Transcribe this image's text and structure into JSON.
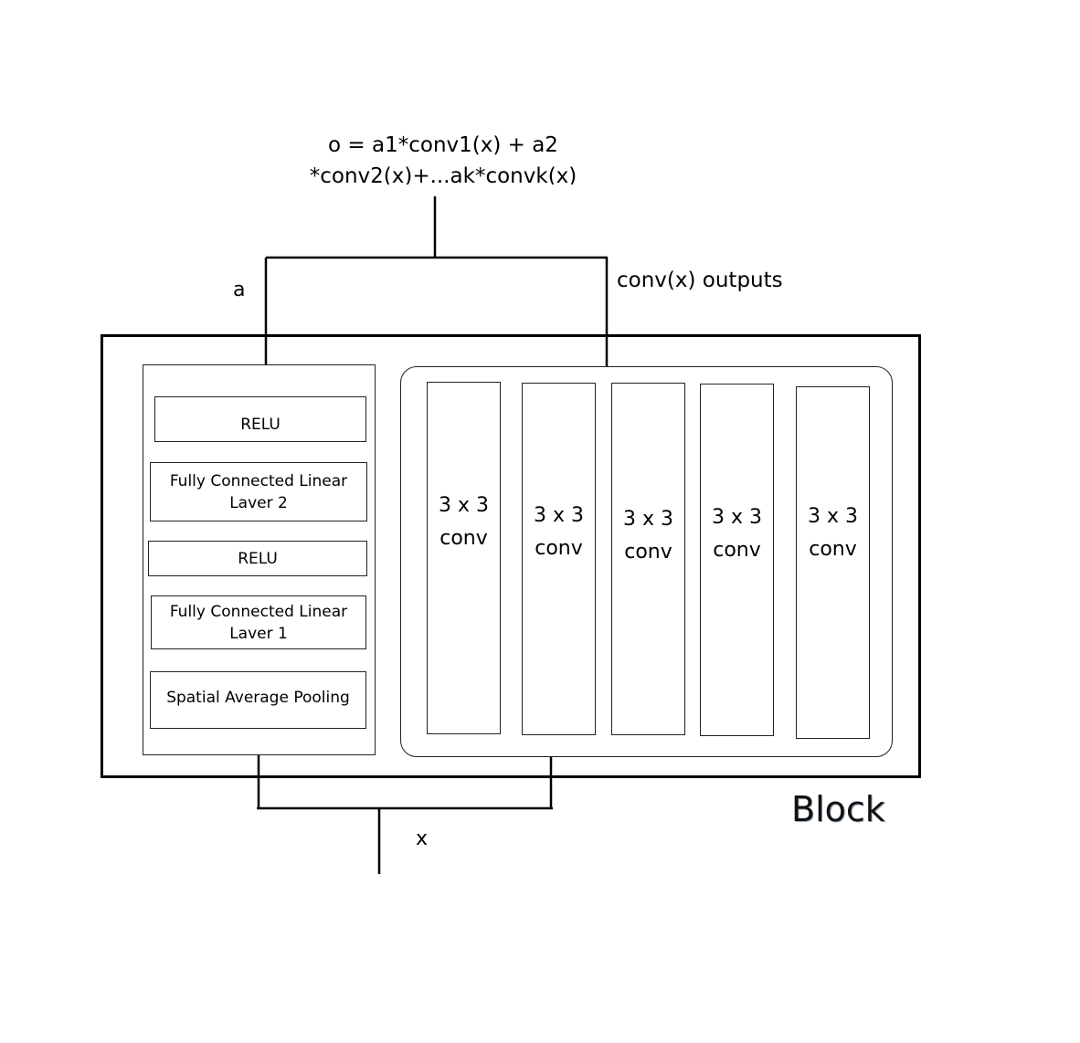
{
  "formula": {
    "line1": "o = a1*conv1(x) + a2",
    "line2": "*conv2(x)+...ak*convk(x)"
  },
  "labels": {
    "a": "a",
    "conv_outputs": "conv(x) outputs",
    "x": "x",
    "block": "Block"
  },
  "attention_layers": [
    {
      "label_line1": "RELU",
      "label_line2": ""
    },
    {
      "label_line1": "Fully Connected Linear",
      "label_line2": "Laver 2"
    },
    {
      "label_line1": "RELU",
      "label_line2": ""
    },
    {
      "label_line1": "Fully Connected Linear",
      "label_line2": "Laver 1"
    },
    {
      "label_line1": "Spatial Average Pooling",
      "label_line2": ""
    }
  ],
  "conv_columns": [
    {
      "line1": "3 x 3",
      "line2": "conv"
    },
    {
      "line1": "3 x 3",
      "line2": "conv"
    },
    {
      "line1": "3 x 3",
      "line2": "conv"
    },
    {
      "line1": "3 x 3",
      "line2": "conv"
    },
    {
      "line1": "3 x 3",
      "line2": "conv"
    }
  ]
}
